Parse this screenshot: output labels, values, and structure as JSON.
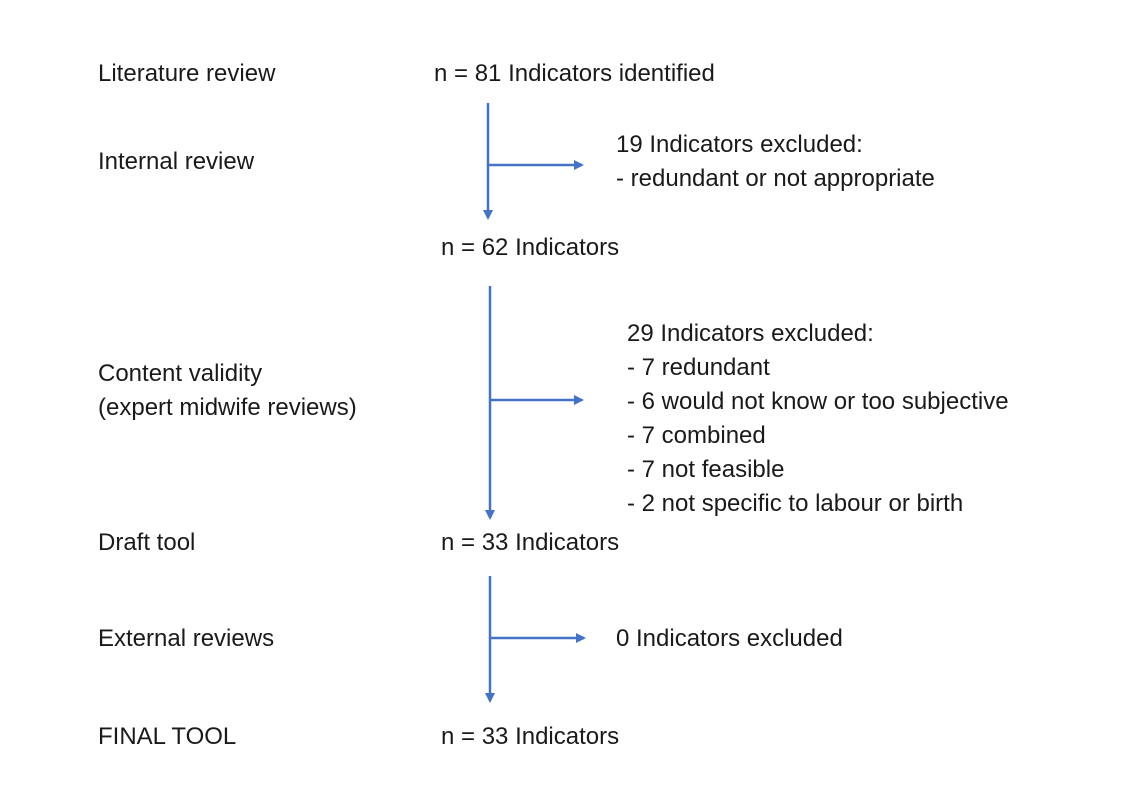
{
  "stages": {
    "literature_review": "Literature review",
    "internal_review": "Internal review",
    "content_validity_line1": "Content validity",
    "content_validity_line2": "(expert midwife reviews)",
    "draft_tool": "Draft tool",
    "external_reviews": "External reviews",
    "final_tool": "FINAL TOOL"
  },
  "counts": {
    "identified": "n = 81 Indicators identified",
    "after_internal": "n = 62 Indicators",
    "after_content": "n = 33 Indicators",
    "final": "n = 33 Indicators"
  },
  "exclusions": {
    "internal": [
      "19 Indicators excluded:",
      "- redundant or not appropriate"
    ],
    "content": [
      "29 Indicators excluded:",
      "- 7 redundant",
      "- 6 would not know or too subjective",
      "- 7 combined",
      "- 7 not feasible",
      "- 2 not specific to labour or birth"
    ],
    "external": "0 Indicators excluded"
  },
  "colors": {
    "arrow": "#4472C4",
    "text": "#1a1a1a"
  }
}
